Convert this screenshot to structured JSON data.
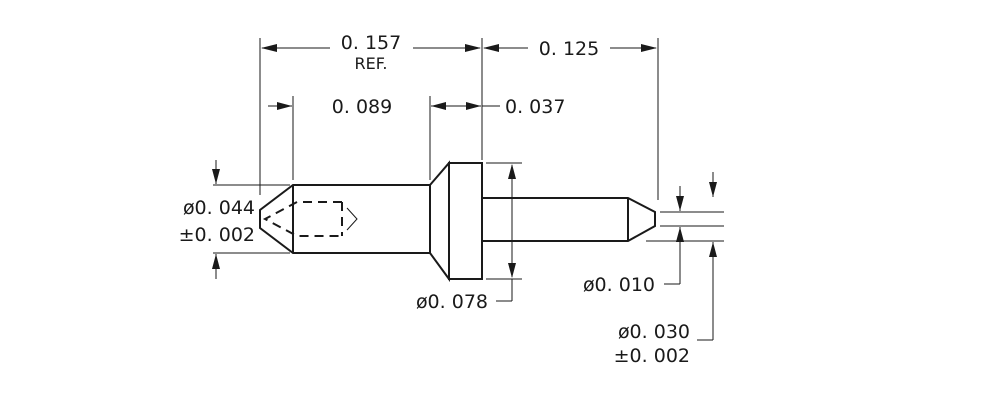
{
  "dimensions": {
    "overall_length": "0. 157",
    "overall_ref": "REF.",
    "tip_length": "0. 125",
    "head_length": "0. 089",
    "flange_thickness": "0. 037",
    "head_diameter_value": "ø0. 044",
    "head_diameter_tol": "±0. 002",
    "flange_diameter": "ø0. 078",
    "tip_diameter": "ø0. 010",
    "pin_diameter_value": "ø0. 030",
    "pin_diameter_tol": "±0. 002"
  }
}
